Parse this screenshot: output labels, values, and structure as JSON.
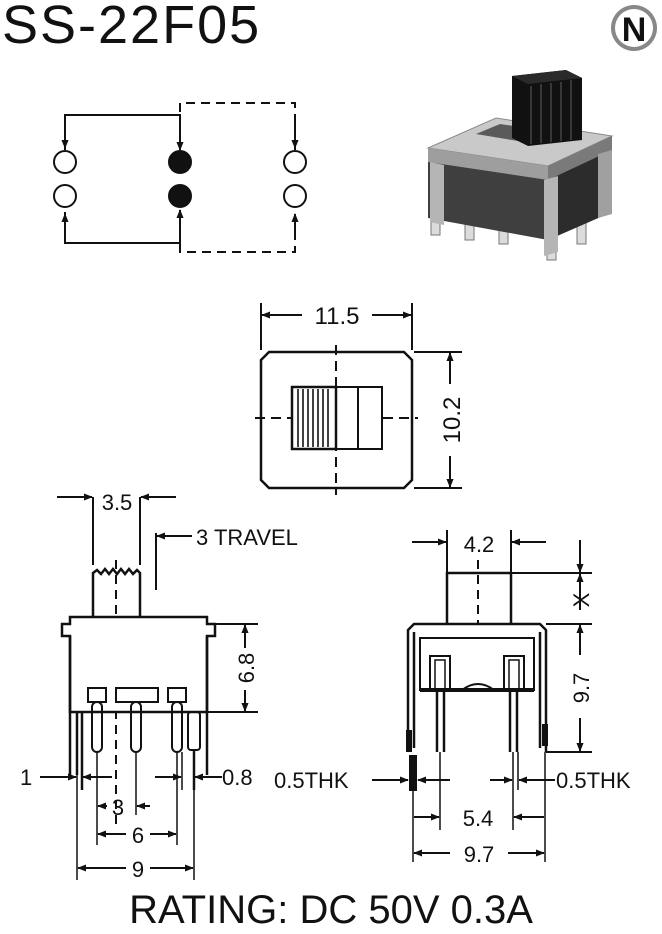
{
  "title": "SS-22F05",
  "logo_letter": "N",
  "top_view": {
    "width": "11.5",
    "height": "10.2"
  },
  "side_view": {
    "actuator_width": "3.5",
    "travel": "3 TRAVEL",
    "body_height": "6.8",
    "left_pin_offset": "1",
    "pin_width": "0.8",
    "pin_pitch": "3",
    "pin_span": "6",
    "overall_width": "9"
  },
  "front_view": {
    "actuator_width": "4.2",
    "actuator_height": "X",
    "body_height": "9.7",
    "left_thickness": "0.5THK",
    "right_thickness": "0.5THK",
    "inner_span": "5.4",
    "overall_width": "9.7"
  },
  "rating": "RATING: DC 50V 0.3A"
}
